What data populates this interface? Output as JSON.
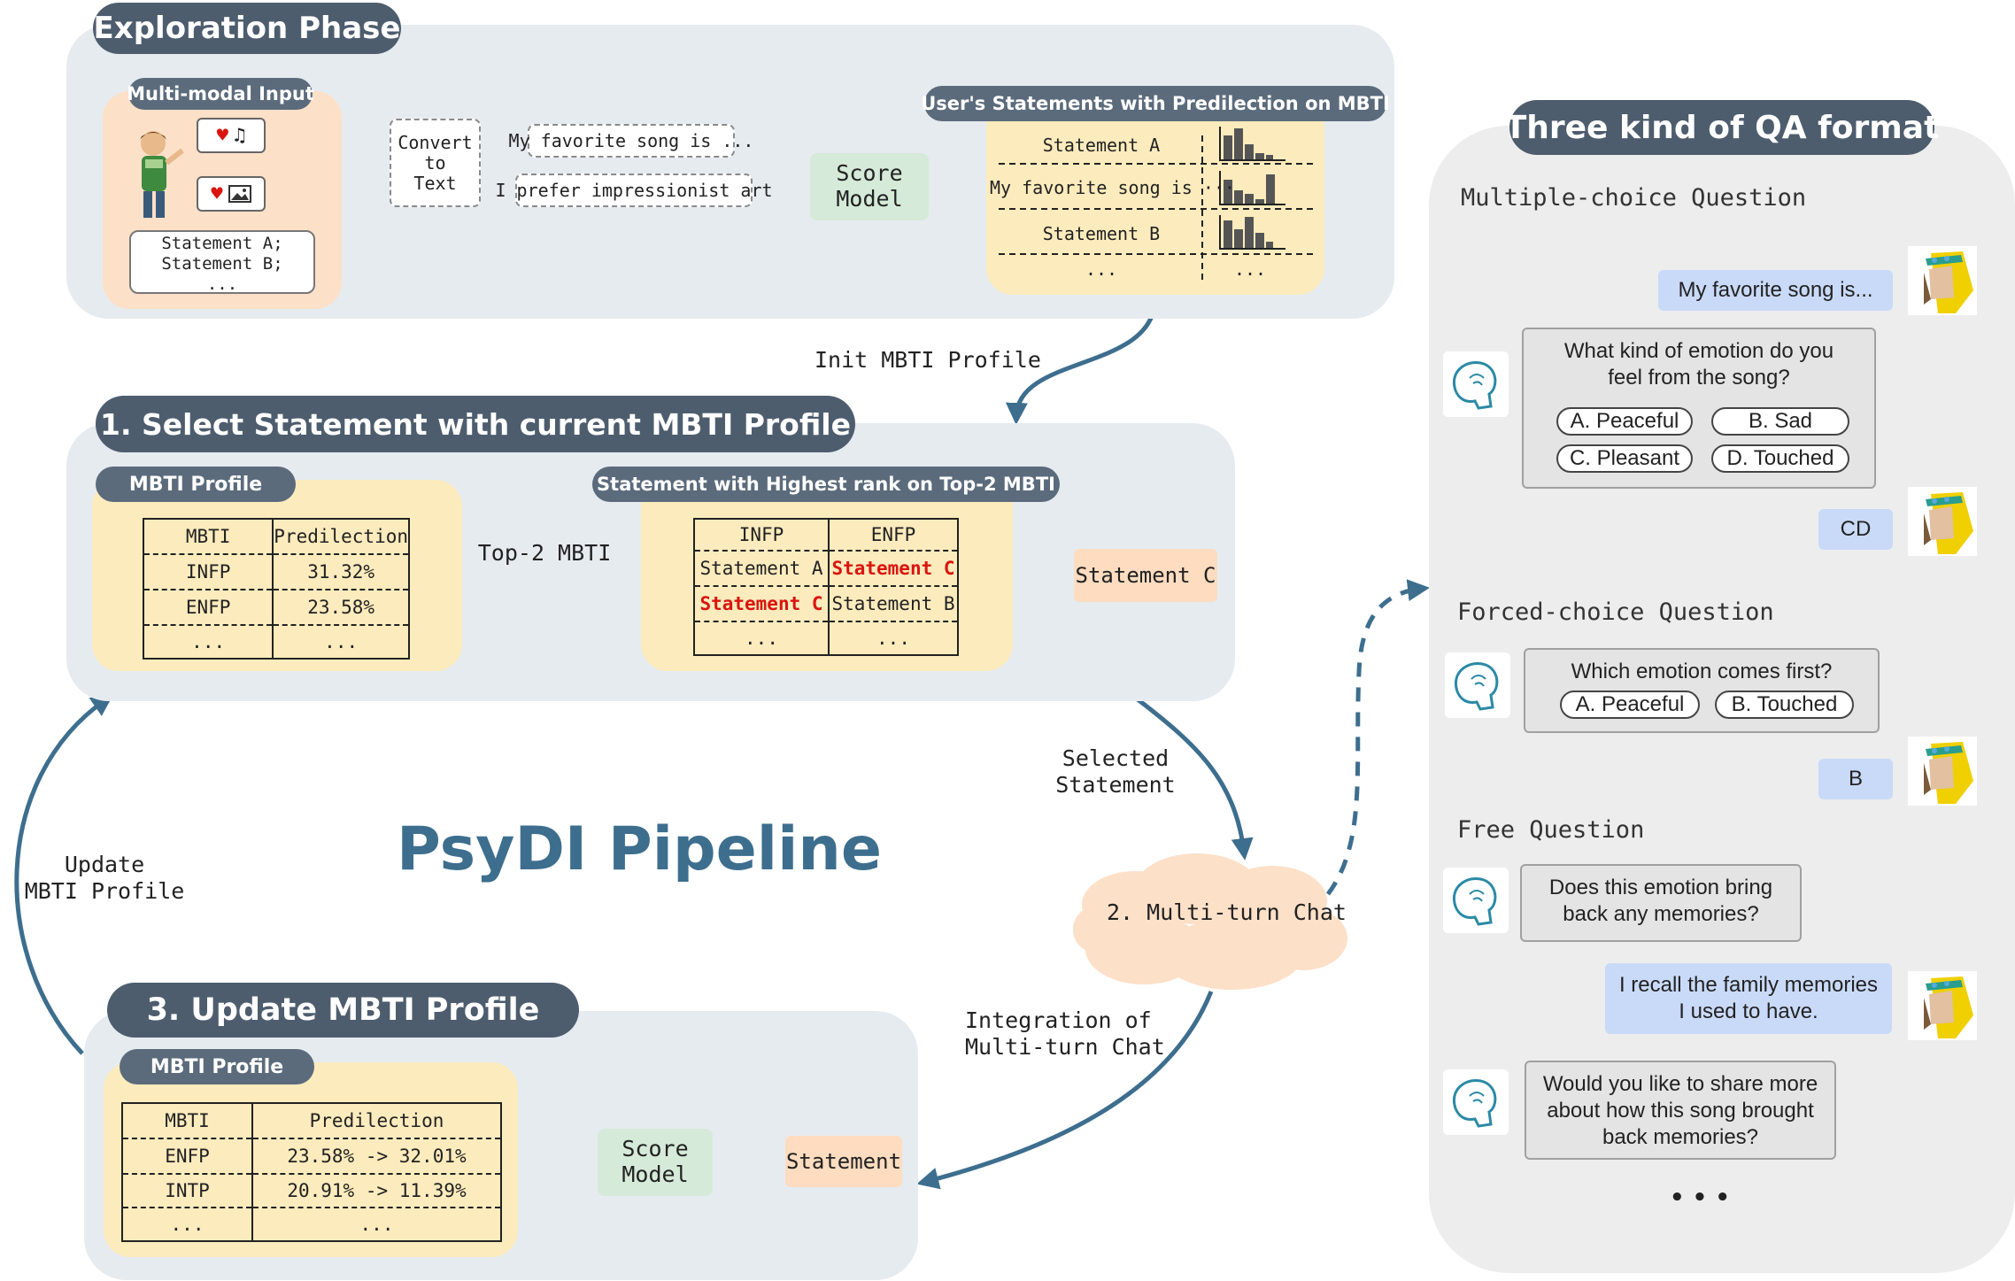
{
  "exploration": {
    "title": "Exploration Phase",
    "multimodal_label": "Multi-modal Input",
    "statements_note": [
      "Statement A;",
      "Statement B;",
      "..."
    ],
    "convert_label": [
      "Convert",
      "to",
      "Text"
    ],
    "text_song": "My favorite song is ...",
    "text_art": "I prefer impressionist art",
    "score_model": [
      "Score",
      "Model"
    ],
    "user_statements_label": "User's Statements with Predilection on MBTI",
    "stmt_rows": [
      "Statement A",
      "My favorite song is ···",
      "Statement B",
      "..."
    ],
    "stmt_right_dots": "..."
  },
  "init_label": "Init MBTI Profile",
  "step1": {
    "title": "1. Select Statement with current MBTI Profile",
    "profile_label": "MBTI Profile",
    "table_header": [
      "MBTI",
      "Predilection"
    ],
    "table_rows": [
      [
        "INFP",
        "31.32%"
      ],
      [
        "ENFP",
        "23.58%"
      ],
      [
        "...",
        "..."
      ]
    ],
    "top2_label": "Top-2 MBTI",
    "rank_label": "Statement with Highest rank on Top-2 MBTI",
    "rank_header": [
      "INFP",
      "ENFP"
    ],
    "rank_rows": [
      [
        "Statement A",
        "Statement C"
      ],
      [
        "Statement C",
        "Statement B"
      ],
      [
        "...",
        "..."
      ]
    ],
    "output": "Statement C"
  },
  "selected_label": [
    "Selected",
    "Statement"
  ],
  "pipeline_title": "PsyDI Pipeline",
  "update_label": [
    "Update",
    "MBTI Profile"
  ],
  "chat_label": "2. Multi-turn Chat",
  "integration_label": [
    "Integration of",
    "Multi-turn Chat"
  ],
  "step3": {
    "title": "3. Update MBTI Profile",
    "profile_label": "MBTI Profile",
    "table_header": [
      "MBTI",
      "Predilection"
    ],
    "table_rows": [
      [
        "ENFP",
        "23.58% -> 32.01%"
      ],
      [
        "INTP",
        "20.91% -> 11.39%"
      ],
      [
        "...",
        "..."
      ]
    ],
    "score_model": [
      "Score",
      "Model"
    ],
    "statement": "Statement"
  },
  "qa": {
    "title": "Three kind of QA format",
    "mc_heading": "Multiple-choice Question",
    "mc_user1": "My favorite song is...",
    "mc_question": [
      "What kind of emotion do you",
      "feel from the song?"
    ],
    "mc_options": [
      "A. Peaceful",
      "B. Sad",
      "C. Pleasant",
      "D. Touched"
    ],
    "mc_answer": "CD",
    "fc_heading": "Forced-choice Question",
    "fc_question": "Which emotion comes first?",
    "fc_options": [
      "A. Peaceful",
      "B. Touched"
    ],
    "fc_answer": "B",
    "free_heading": "Free Question",
    "free_q1": [
      "Does this emotion bring",
      "back any memories?"
    ],
    "free_user": [
      "I recall the family memories",
      "I used to have."
    ],
    "free_q2": [
      "Would you like to share more",
      "about how this song brought",
      "back memories?"
    ],
    "ellipsis": "• • •"
  },
  "colors": {
    "arrow": "#3d6e8e",
    "title_pill": "#4d5d6e",
    "pipeline_title": "#3d6e8e",
    "highlight_red": "#d9150f",
    "score_model": "#d5ead8",
    "panel": "#e6ebf0"
  },
  "icons": [
    "user-avatar-icon",
    "bot-head-icon",
    "heart-icon",
    "music-note-icon",
    "image-icon",
    "bar-chart-icon",
    "cloud-icon"
  ]
}
